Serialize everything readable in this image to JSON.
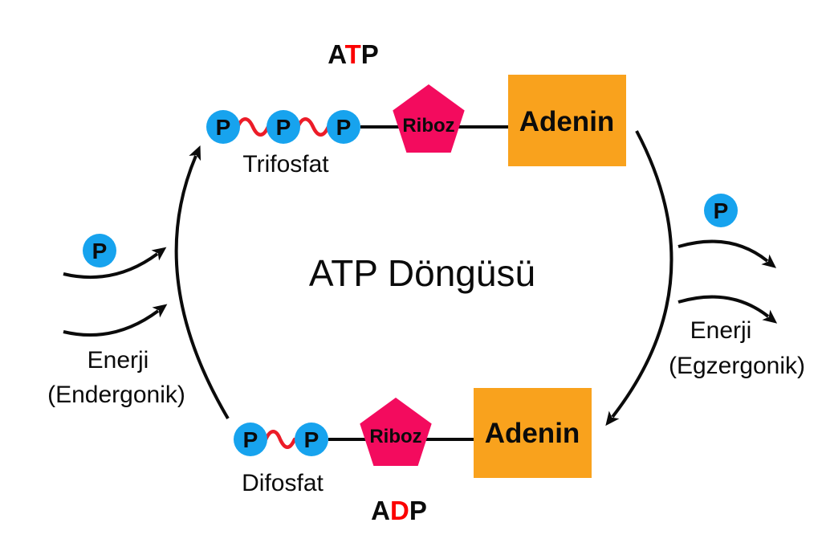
{
  "diagram": {
    "center_title": "ATP Döngüsü",
    "atp_title": {
      "letters": [
        "A",
        "T",
        "P"
      ]
    },
    "adp_title": {
      "letters": [
        "A",
        "D",
        "P"
      ]
    },
    "top_molecule": {
      "phosphates": [
        "P",
        "P",
        "P"
      ],
      "chain_label": "Trifosfat",
      "sugar_label": "Riboz",
      "base_label": "Adenin"
    },
    "bottom_molecule": {
      "phosphates": [
        "P",
        "P"
      ],
      "chain_label": "Difosfat",
      "sugar_label": "Riboz",
      "base_label": "Adenin"
    },
    "left_energy": {
      "phosphate": "P",
      "line1": "Enerji",
      "line2": "(Endergonik)"
    },
    "right_energy": {
      "phosphate": "P",
      "line1": "Enerji",
      "line2": "(Egzergonik)"
    },
    "colors": {
      "phosphate_blue": "#17a3ee",
      "ribose_pink": "#f30b5e",
      "adenine_orange": "#f9a21d",
      "bond_red": "#ec1c28",
      "accent_red": "#fb0000",
      "ink_black": "#0b0b0b",
      "background": "#ffffff"
    }
  }
}
